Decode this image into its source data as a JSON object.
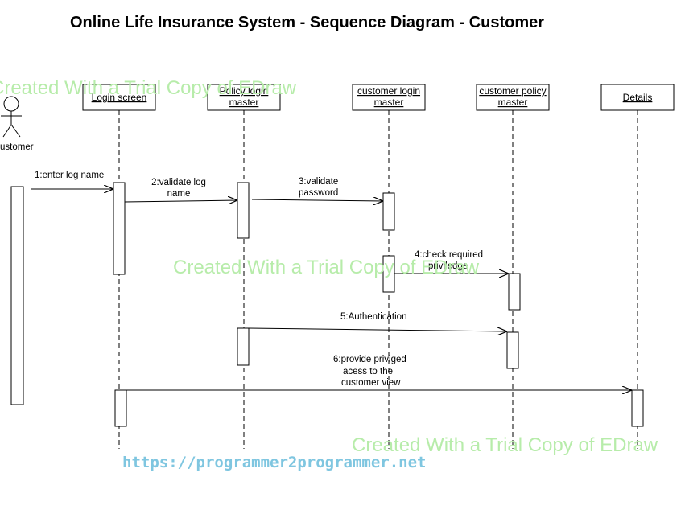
{
  "title": "Online Life Insurance System - Sequence Diagram - Customer",
  "url_text": "https://programmer2programmer.net",
  "watermark_text": "Created With a Trial Copy of EDraw",
  "actor": {
    "name": "Customer",
    "visible_label": "ustomer"
  },
  "lifelines": [
    {
      "id": "login",
      "lines": [
        "Login screen"
      ]
    },
    {
      "id": "policy",
      "lines": [
        "Policy login",
        "master"
      ]
    },
    {
      "id": "cust",
      "lines": [
        "customer login",
        "master"
      ]
    },
    {
      "id": "custpol",
      "lines": [
        "customer policy",
        "master"
      ]
    },
    {
      "id": "details",
      "lines": [
        "Details"
      ]
    }
  ],
  "messages": [
    {
      "from": "actor",
      "to": "login",
      "lines": [
        "1:enter log name"
      ]
    },
    {
      "from": "login",
      "to": "policy",
      "lines": [
        "2:validate log",
        "name"
      ]
    },
    {
      "from": "policy",
      "to": "cust",
      "lines": [
        "3:validate",
        "password"
      ]
    },
    {
      "from": "cust",
      "to": "custpol",
      "lines": [
        "4:check required",
        "priviledge"
      ]
    },
    {
      "from": "policy",
      "to": "custpol",
      "lines": [
        "5:Authentication"
      ]
    },
    {
      "from": "login",
      "to": "details",
      "lines": [
        "6:provide priviged",
        "acess to the",
        "customer view"
      ]
    }
  ],
  "colors": {
    "watermark": "#b7ecaa",
    "url": "#7fc6e0",
    "line": "#000000"
  }
}
